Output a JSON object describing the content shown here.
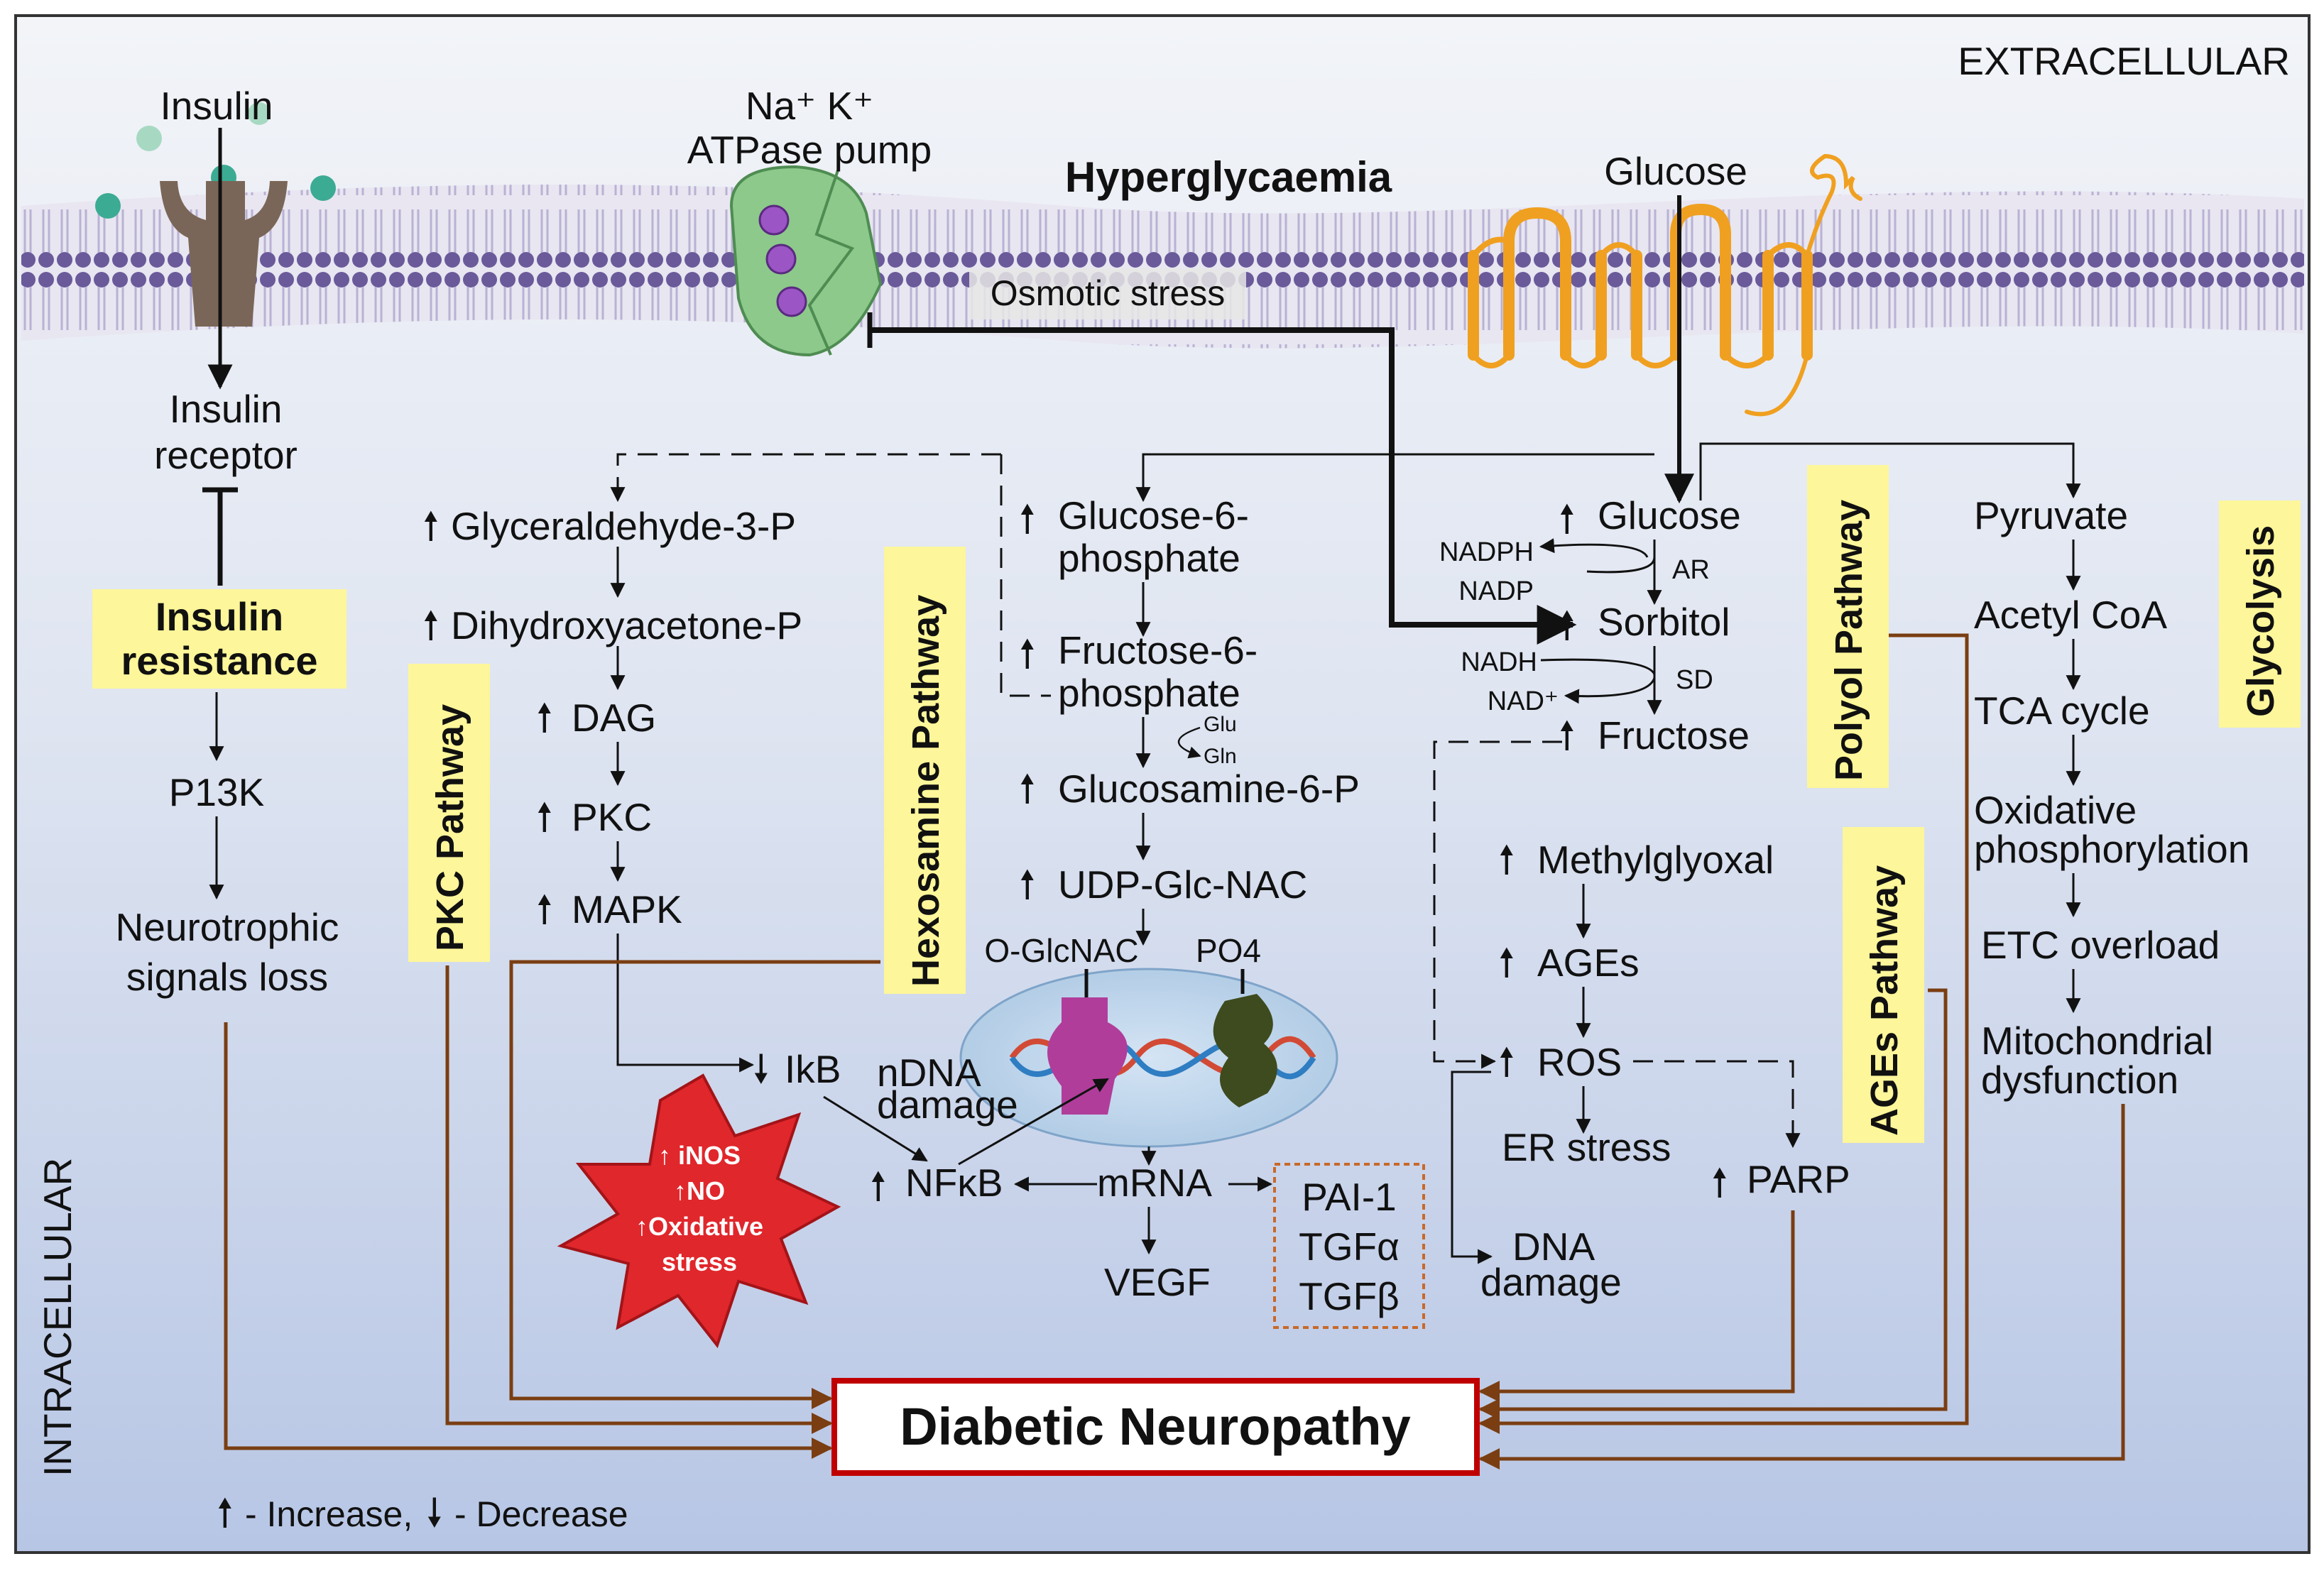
{
  "regions": {
    "extracellular": "EXTRACELLULAR",
    "intracellular": "INTRACELLULAR"
  },
  "title": "Hyperglycaemia",
  "membrane": {
    "insulin": "Insulin",
    "pump_line1": "Na⁺ K⁺",
    "pump_line2": "ATPase pump",
    "osmotic_stress": "Osmotic stress",
    "glucose_outside": "Glucose"
  },
  "insulin_branch": {
    "receptor_line1": "Insulin",
    "receptor_line2": "receptor",
    "resistance_line1": "Insulin",
    "resistance_line2": "resistance",
    "p13k": "P13K",
    "neuro_line1": "Neurotrophic",
    "neuro_line2": "signals loss"
  },
  "pathways": {
    "pkc": "PKC Pathway",
    "hexosamine": "Hexosamine Pathway",
    "polyol": "Polyol Pathway",
    "ages": "AGEs Pathway",
    "glycolysis": "Glycolysis"
  },
  "pkc_items": {
    "glyceraldehyde": "Glyceraldehyde-3-P",
    "dihydroxyacetone": "Dihydroxyacetone-P",
    "dag": "DAG",
    "pkc": "PKC",
    "mapk": "MAPK"
  },
  "hexosamine_items": {
    "g6p_line1": "Glucose-6-",
    "g6p_line2": "phosphate",
    "f6p_line1": "Fructose-6-",
    "f6p_line2": "phosphate",
    "glu": "Glu",
    "gln": "Gln",
    "glucosamine": "Glucosamine-6-P",
    "udp": "UDP-Glc-NAC",
    "oglcnac": "O-GlcNAC",
    "po4": "PO4"
  },
  "nucleus": {
    "ikb": "IkB",
    "ndna_line1": "nDNA",
    "ndna_line2": "damage",
    "nfkb": "NFκB",
    "mrna": "mRNA",
    "vegf": "VEGF",
    "genes": [
      "PAI-1",
      "TGFα",
      "TGFβ"
    ]
  },
  "star": {
    "lines": [
      "↑ iNOS",
      "↑NO",
      "↑Oxidative",
      "stress"
    ]
  },
  "polyol_items": {
    "glucose": "Glucose",
    "nadph": "NADPH",
    "nadp": "NADP",
    "ar": "AR",
    "sorbitol": "Sorbitol",
    "nadh": "NADH",
    "nad": "NAD⁺",
    "sd": "SD",
    "fructose": "Fructose"
  },
  "ages_items": {
    "methylglyoxal": "Methylglyoxal",
    "ages": "AGEs",
    "ros": "ROS",
    "er_stress": "ER stress",
    "parp": "PARP",
    "dna_line1": "DNA",
    "dna_line2": "damage"
  },
  "glycolysis_items": {
    "pyruvate": "Pyruvate",
    "acetyl": "Acetyl CoA",
    "tca": "TCA cycle",
    "ox_line1": "Oxidative",
    "ox_line2": "phosphorylation",
    "etc": "ETC overload",
    "mito_line1": "Mitochondrial",
    "mito_line2": "dysfunction"
  },
  "outcome": "Diabetic Neuropathy",
  "legend": {
    "increase": "- Increase,",
    "decrease": "- Decrease"
  },
  "colors": {
    "background_top": "#eef1f7",
    "background_bottom": "#b9c8e6",
    "label_yellow": "#fdf69a",
    "brown_line": "#7a3e12",
    "outcome_border": "#c00000",
    "star_red": "#e0272c",
    "lipid_purple": "#6a5a9a",
    "receptor_orange": "#f0a020",
    "pump_green": "#8cc98a"
  }
}
